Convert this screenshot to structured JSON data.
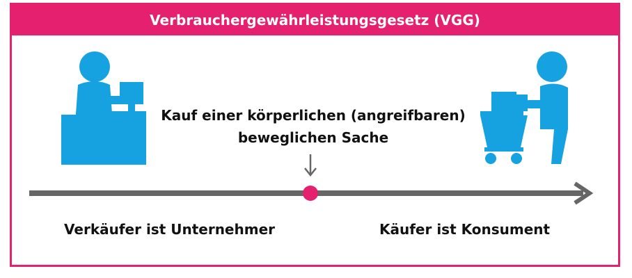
{
  "header": {
    "title": "Verbrauchergewährleistungsgesetz (VGG)"
  },
  "center": {
    "line1": "Kauf einer körperlichen (angreifbaren)",
    "line2": "beweglichen Sache"
  },
  "left": {
    "label": "Verkäufer ist Unternehmer"
  },
  "right": {
    "label": "Käufer ist Konsument"
  },
  "icons": {
    "seller": "seller-at-counter-icon",
    "buyer": "shopper-with-cart-icon"
  },
  "colors": {
    "accent": "#e4206f",
    "figure": "#16a2e0",
    "timeline": "#666666"
  }
}
